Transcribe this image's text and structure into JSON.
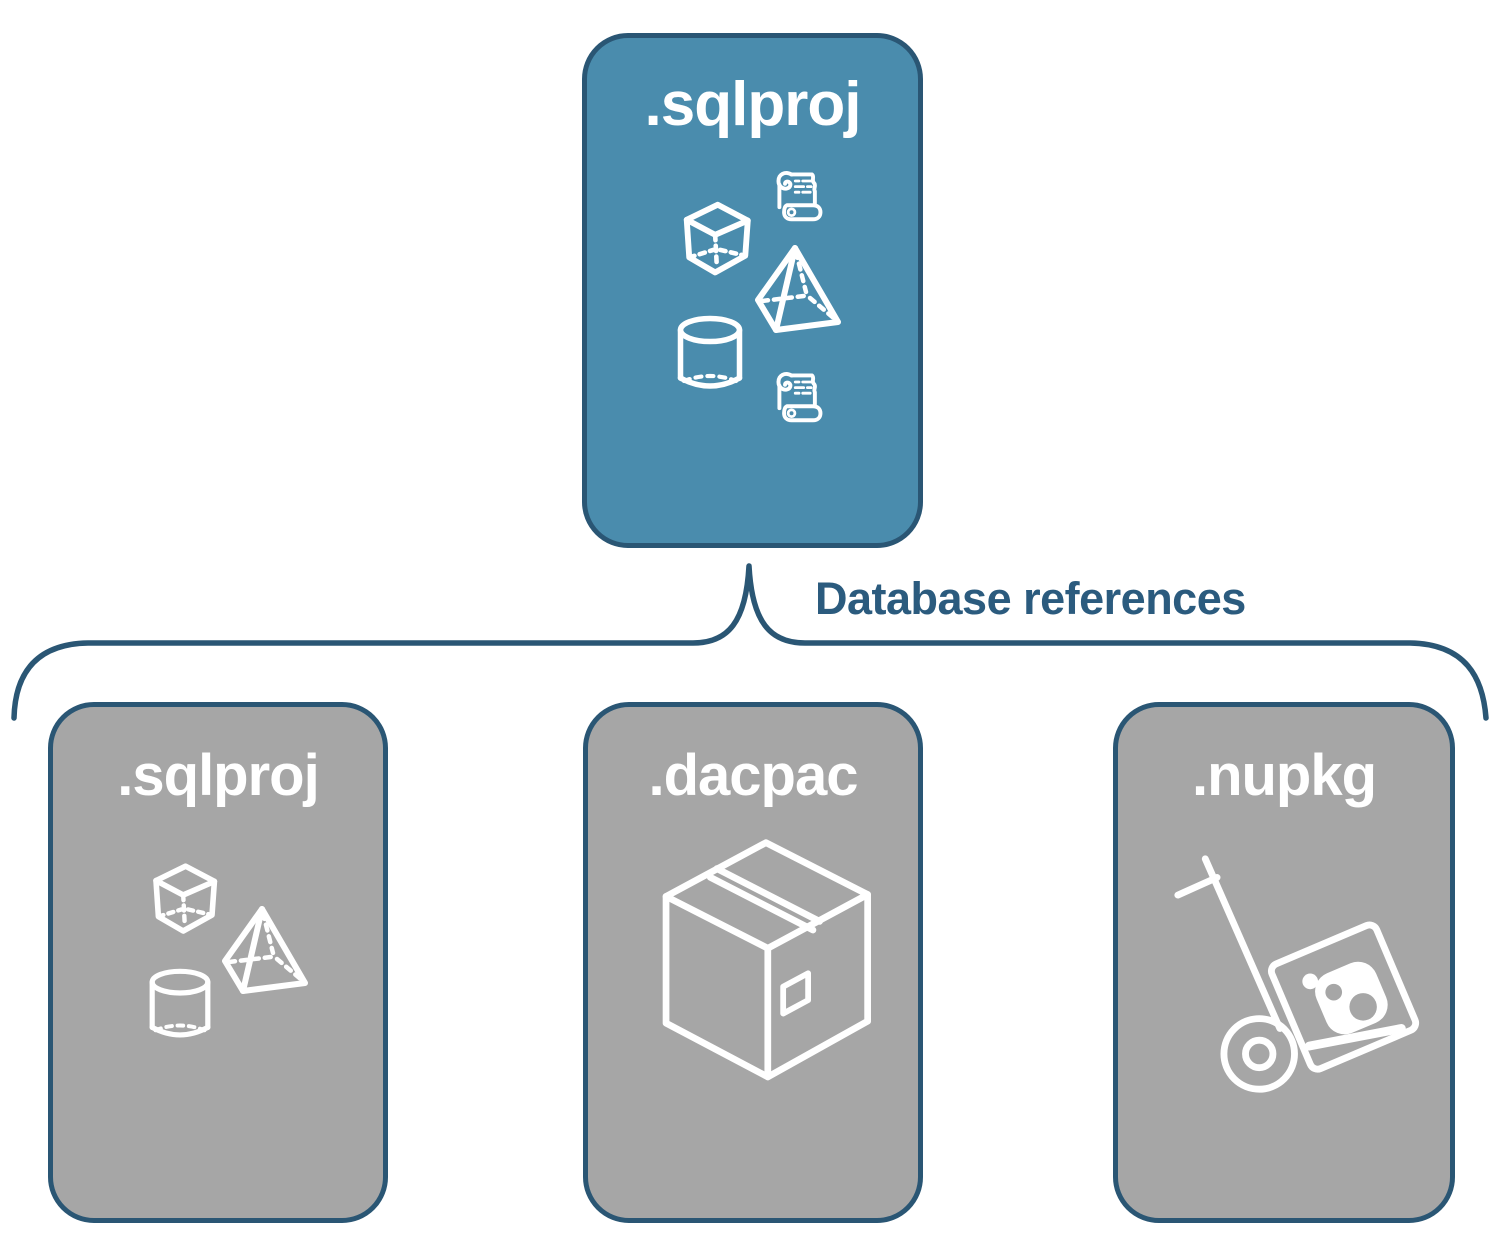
{
  "colors": {
    "accent": "#4A8CAD",
    "outline": "#2A5674",
    "label": "#2B5B7E",
    "node_fill": "#A6A6A6",
    "icon": "#FFFFFF"
  },
  "root_node": {
    "label": ".sqlproj",
    "icons": [
      "cube-icon",
      "scroll-icon",
      "pyramid-icon",
      "cylinder-icon",
      "scroll-icon"
    ]
  },
  "connector": {
    "label": "Database references",
    "shape": "brace"
  },
  "child_nodes": [
    {
      "label": ".sqlproj",
      "icons": [
        "cube-icon",
        "pyramid-icon",
        "cylinder-icon"
      ]
    },
    {
      "label": ".dacpac",
      "icons": [
        "package-box-icon"
      ]
    },
    {
      "label": ".nupkg",
      "icons": [
        "hand-truck-icon",
        "nuget-logo-icon"
      ]
    }
  ]
}
